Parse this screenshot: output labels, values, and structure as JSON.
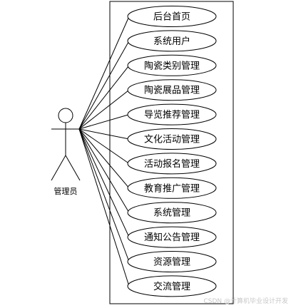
{
  "actor": {
    "label": "管理员"
  },
  "use_cases": [
    "后台首页",
    "系统用户",
    "陶瓷类别管理",
    "陶瓷展品管理",
    "导览推荐管理",
    "文化活动管理",
    "活动报名管理",
    "教育推广管理",
    "系统管理",
    "通知公告管理",
    "资源管理",
    "交流管理"
  ],
  "watermark": "CSDN @计算机毕业设计开发"
}
